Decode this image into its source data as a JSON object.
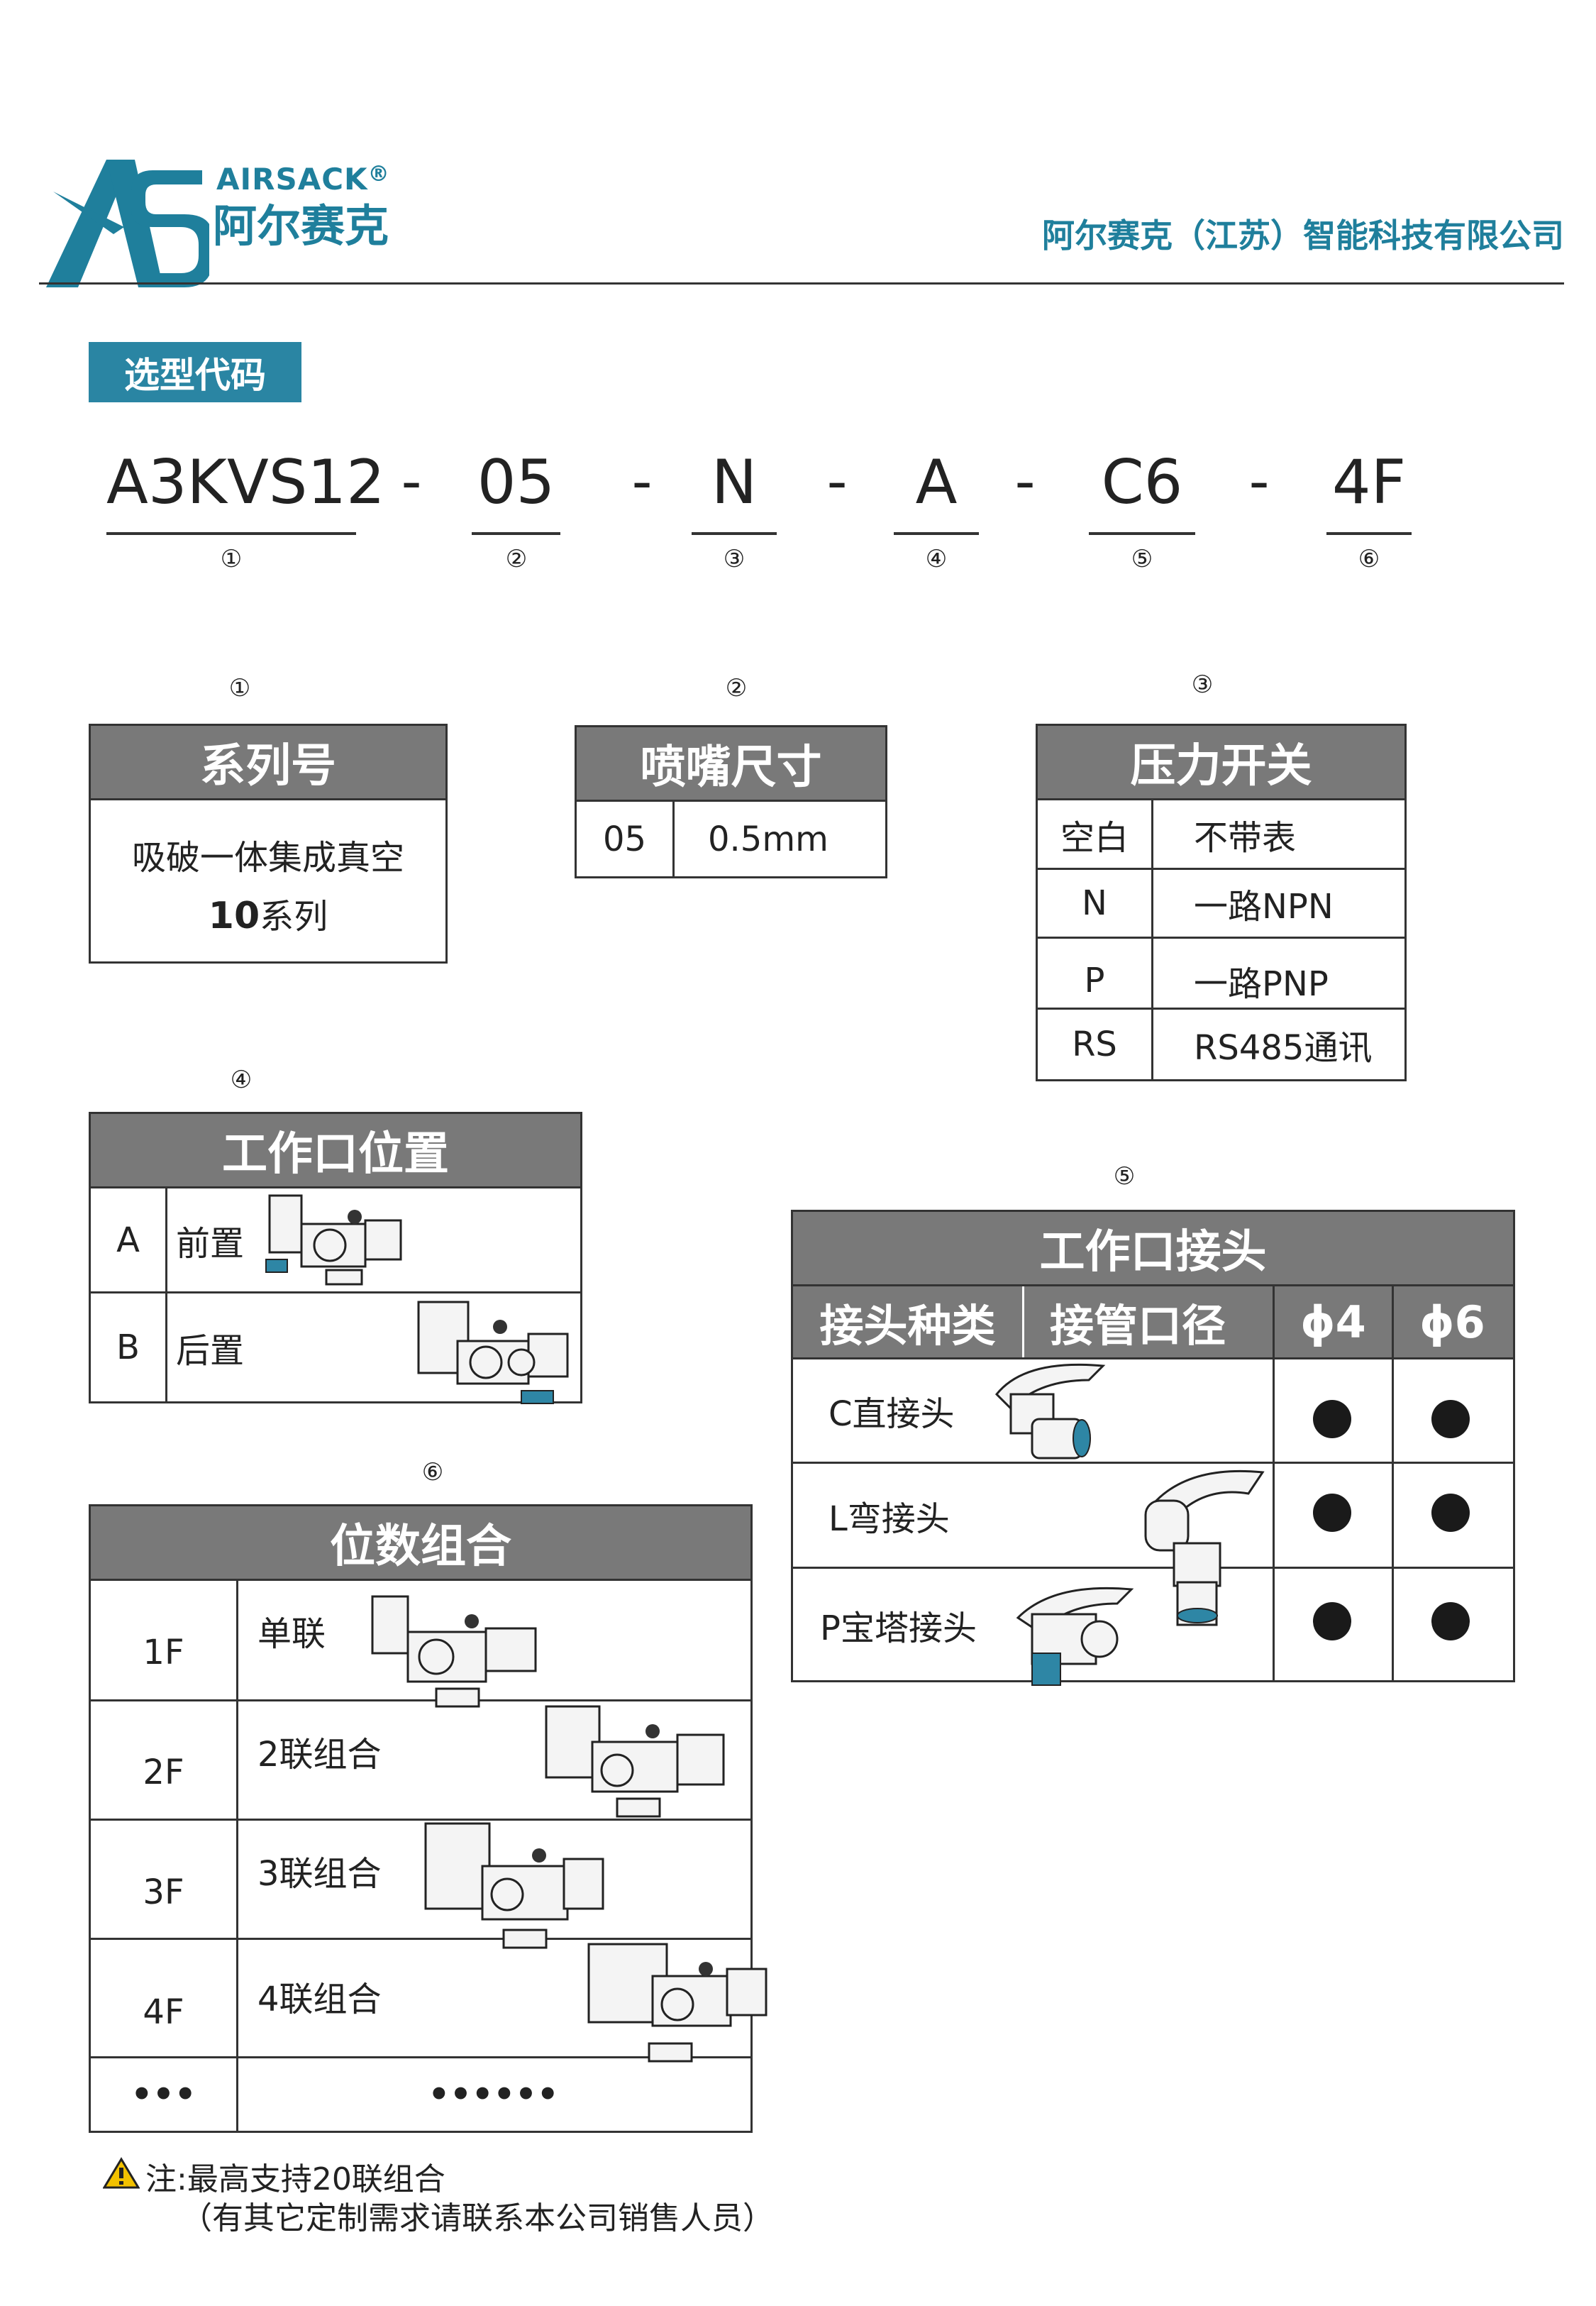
{
  "header": {
    "logo_mark": "AS",
    "logo_en": "AIRSACK",
    "logo_reg": "®",
    "logo_cn": "阿尔赛克",
    "company": "阿尔赛克（江苏）智能科技有限公司"
  },
  "section_title": "选型代码",
  "model_code": {
    "parts": [
      "A3KVS12",
      "05",
      "N",
      "A",
      "C6",
      "4F"
    ],
    "separator": "-",
    "markers": [
      "①",
      "②",
      "③",
      "④",
      "⑤",
      "⑥"
    ]
  },
  "table1": {
    "marker": "①",
    "title": "系列号",
    "line1": "吸破一体集成真空",
    "line2_bold": "10",
    "line2_rest": "系列"
  },
  "table2": {
    "marker": "②",
    "title": "喷嘴尺寸",
    "code": "05",
    "value": "0.5mm"
  },
  "table3": {
    "marker": "③",
    "title": "压力开关",
    "rows": [
      {
        "code": "空白",
        "desc": "不带表"
      },
      {
        "code": "N",
        "desc": "一路NPN"
      },
      {
        "code": "P",
        "desc": "一路PNP"
      },
      {
        "code": "RS",
        "desc": "RS485通讯"
      }
    ]
  },
  "table4": {
    "marker": "④",
    "title": "工作口位置",
    "rows": [
      {
        "code": "A",
        "desc": "前置"
      },
      {
        "code": "B",
        "desc": "后置"
      }
    ]
  },
  "table5": {
    "marker": "⑤",
    "title": "工作口接头",
    "headers": [
      "接头种类",
      "接管口径",
      "ϕ4",
      "ϕ6"
    ],
    "rows": [
      {
        "type": "C直接头",
        "phi4": true,
        "phi6": true
      },
      {
        "type": "L弯接头",
        "phi4": true,
        "phi6": true
      },
      {
        "type": "P宝塔接头",
        "phi4": true,
        "phi6": true
      }
    ]
  },
  "table6": {
    "marker": "⑥",
    "title": "位数组合",
    "rows": [
      {
        "code": "1F",
        "desc": "单联"
      },
      {
        "code": "2F",
        "desc": "2联组合"
      },
      {
        "code": "3F",
        "desc": "3联组合"
      },
      {
        "code": "4F",
        "desc": "4联组合"
      },
      {
        "code": "•••",
        "desc": "••••••"
      }
    ]
  },
  "note": {
    "warning_icon": "warning-icon",
    "line1": "注:最高支持20联组合",
    "line2": "（有其它定制需求请联系本公司销售人员）"
  }
}
